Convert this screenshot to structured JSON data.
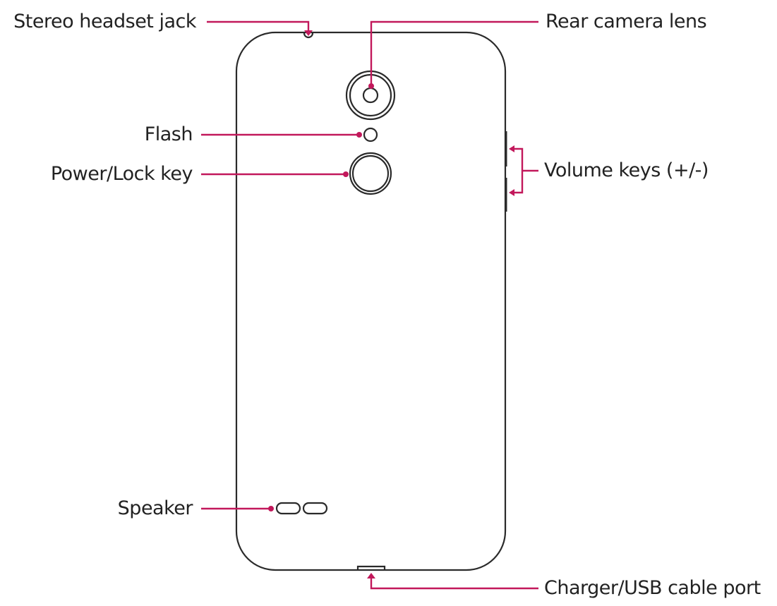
{
  "labels": {
    "stereo_headset_jack": "Stereo headset jack",
    "rear_camera_lens": "Rear camera lens",
    "flash": "Flash",
    "power_lock_key": "Power/Lock key",
    "volume_keys": "Volume keys (+/-)",
    "speaker": "Speaker",
    "charger_usb_port": "Charger/USB cable port"
  },
  "colors": {
    "leader_line": "#c2185b",
    "outline": "#2a2a2a",
    "text": "#222222"
  }
}
